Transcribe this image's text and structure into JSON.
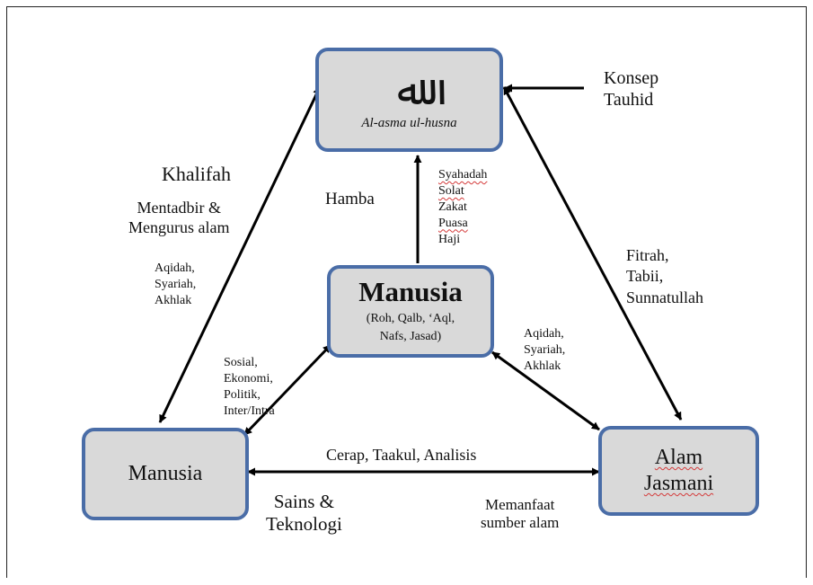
{
  "boxes": {
    "top": {
      "glyph": "ﷲ",
      "caption": "Al-asma ul-husna"
    },
    "center": {
      "title": "Manusia",
      "line1": "(Roh, Qalb, ‘Aql,",
      "line2": "Nafs, Jasad)"
    },
    "left": {
      "title": "Manusia"
    },
    "right": {
      "line1": "Alam",
      "line2": "Jasmani"
    }
  },
  "labels": {
    "konsep_tauhid": [
      "Konsep",
      "Tauhid"
    ],
    "khalifah": "Khalifah",
    "mentadbir": [
      "Mentadbir &",
      "Mengurus alam"
    ],
    "aqidah_left": [
      "Aqidah,",
      "Syariah,",
      "Akhlak"
    ],
    "hamba": "Hamba",
    "ibadah": [
      "Syahadah",
      "Solat",
      "Zakat",
      "Puasa",
      "Haji"
    ],
    "fitrah": [
      "Fitrah,",
      "Tabii,",
      "Sunnatullah"
    ],
    "aqidah_right": [
      "Aqidah,",
      "Syariah,",
      "Akhlak"
    ],
    "sosial": [
      "Sosial,",
      "Ekonomi,",
      "Politik,",
      "Inter/Intra"
    ],
    "cerap": "Cerap, Taakul, Analisis",
    "sains": [
      "Sains &",
      "Teknologi"
    ],
    "memanfaat": [
      "Memanfaat",
      "sumber alam"
    ]
  },
  "colors": {
    "box_fill": "#d9d9d9",
    "box_border": "#4a6da7",
    "arrow": "#000000",
    "spellcheck_underline": "#d43a3a"
  }
}
